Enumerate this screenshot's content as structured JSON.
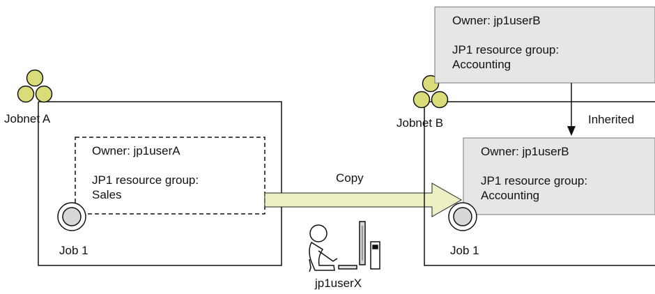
{
  "jobnet_a": {
    "label": "Jobnet A",
    "job_label": "Job 1",
    "info": {
      "owner": "Owner: jp1userA",
      "group_label": "JP1 resource group:",
      "group_value": "Sales"
    }
  },
  "jobnet_b": {
    "label": "Jobnet B",
    "job_label": "Job 1",
    "source_info": {
      "owner": "Owner: jp1userB",
      "group_label": "JP1 resource group:",
      "group_value": "Accounting"
    },
    "info": {
      "owner": "Owner: jp1userB",
      "group_label": "JP1 resource group:",
      "group_value": "Accounting"
    }
  },
  "copy_label": "Copy",
  "inherited_label": "Inherited",
  "user_label": "jp1userX",
  "colors": {
    "node_fill": "#d9dc78",
    "info_fill": "#e6e6e6",
    "arrow_fill": "#eef0c4",
    "line": "#111111"
  }
}
